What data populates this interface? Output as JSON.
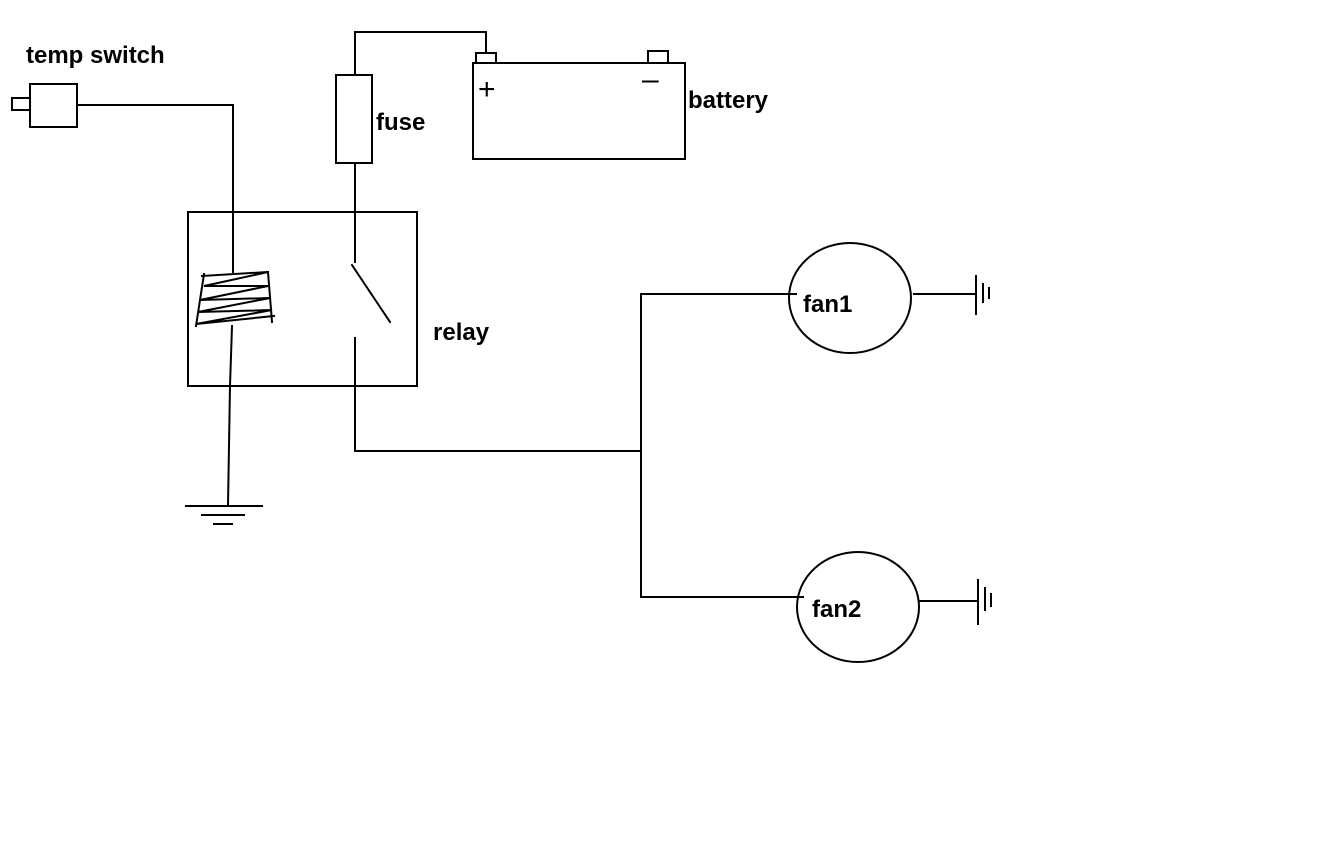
{
  "labels": {
    "temp_switch": "temp switch",
    "fuse": "fuse",
    "battery": "battery",
    "relay": "relay",
    "fan1": "fan1",
    "fan2": "fan2"
  },
  "battery_terminals": {
    "positive": "+",
    "negative": "–"
  },
  "colors": {
    "line": "#000000",
    "background": "#ffffff"
  }
}
